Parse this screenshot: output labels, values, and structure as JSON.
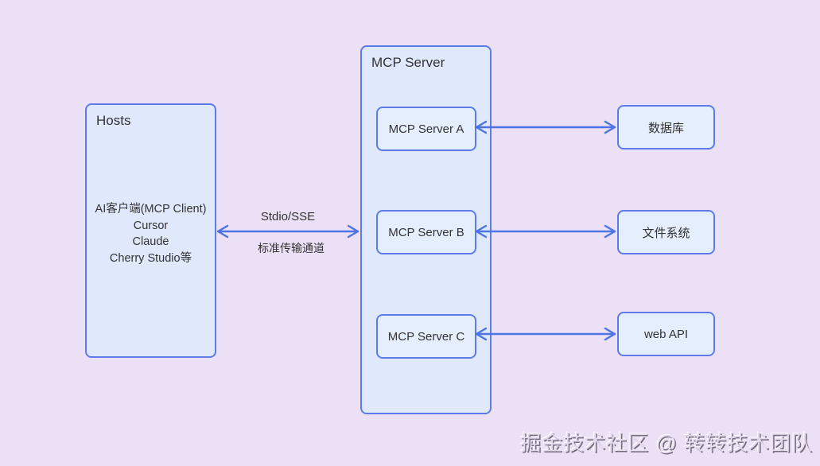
{
  "hosts": {
    "title": "Hosts",
    "lines": [
      "AI客户端(MCP Client)",
      "Cursor",
      "Claude",
      "Cherry Studio等"
    ]
  },
  "transport": {
    "label_top": "Stdio/SSE",
    "label_bottom": "标准传输通道"
  },
  "server_group": {
    "title": "MCP Server",
    "servers": [
      {
        "label": "MCP Server A"
      },
      {
        "label": "MCP Server B"
      },
      {
        "label": "MCP Server C"
      }
    ]
  },
  "resources": [
    {
      "label": "数据库"
    },
    {
      "label": "文件系统"
    },
    {
      "label": "web API"
    }
  ],
  "watermark": "掘金技术社区 @ 转转技术团队",
  "colors": {
    "background": "#ece0f6",
    "box_fill": "#dfe9fb",
    "inner_box_fill": "#e5eefd",
    "border": "#5b7ce8",
    "arrow": "#4c74e4",
    "text": "#333333"
  }
}
